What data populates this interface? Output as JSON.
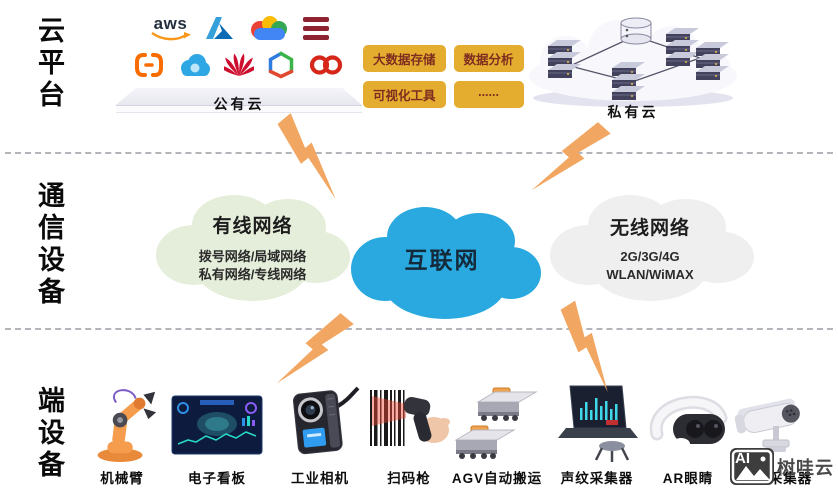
{
  "cloud_layer": {
    "side_label": "云平台",
    "public_cloud_label": "公有云",
    "private_cloud_label": "私有云",
    "aws_text": "aws",
    "tags": {
      "t1": "大数据存储",
      "t2": "数据分析",
      "t3": "可视化工具",
      "t4": "......"
    },
    "logo_names": [
      "aws",
      "azure",
      "google-cloud",
      "bars",
      "alibaba-cloud",
      "tencent-cloud",
      "huawei",
      "hexagon-cloud",
      "infinity-cloud"
    ]
  },
  "comm_layer": {
    "side_label": "通信设备",
    "wired_title": "有线网络",
    "wired_line1": "拨号网络/局域网络",
    "wired_line2": "私有网络/专线网络",
    "internet_title": "互联网",
    "wireless_title": "无线网络",
    "wireless_line1": "2G/3G/4G",
    "wireless_line2": "WLAN/WiMAX"
  },
  "device_layer": {
    "side_label": "端设备",
    "items": [
      {
        "label": "机械臂"
      },
      {
        "label": "电子看板"
      },
      {
        "label": "工业相机"
      },
      {
        "label": "扫码枪"
      },
      {
        "label": "AGV自动搬运"
      },
      {
        "label": "声纹采集器"
      },
      {
        "label": "AR眼睛"
      },
      {
        "label": "图像采集器"
      }
    ]
  },
  "watermark": {
    "logo_text": "AI",
    "brand_text": "树哇云"
  },
  "colors": {
    "internet_blue": "#29A9E0",
    "wired_green": "#E5EEDA",
    "wireless_gray": "#EFEFEF",
    "bolt_orange": "#F1A661",
    "tag_yellow": "#E4AD2F",
    "tag_text": "#7E2D20"
  }
}
